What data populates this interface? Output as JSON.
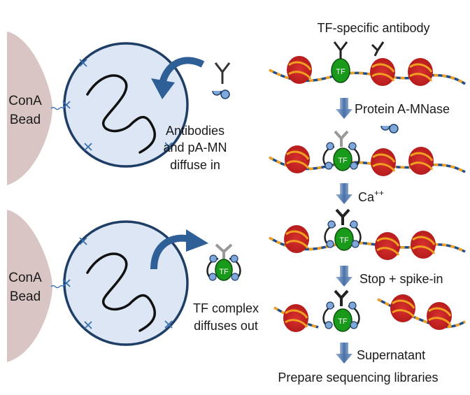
{
  "labels": {
    "bead_top_1": "ConA",
    "bead_top_2": "Bead",
    "bead_bottom_1": "ConA",
    "bead_bottom_2": "Bead",
    "diffuse_in_1": "Antibodies",
    "diffuse_in_2": "and pA-MN",
    "diffuse_in_3": "diffuse in",
    "diffuse_out_1": "TF complex",
    "diffuse_out_2": "diffuses out",
    "tf_antibody": "TF-specific antibody",
    "protein_a": "Protein A-MNase",
    "calcium": "Ca",
    "calcium_sup": "++",
    "stop": "Stop + spike-in",
    "supernatant": "Supernatant",
    "prepare": "Prepare sequencing libraries",
    "tf": "TF"
  },
  "colors": {
    "bead": "#d9c6c4",
    "cell_fill": "#dce6f4",
    "cell_stroke": "#1f3e66",
    "arrow": "#2f5f97",
    "nucleosome": "#cc2020",
    "dna_orange": "#f0a020",
    "dna_blue": "#1f4e8c",
    "tf_green": "#1a9a1a",
    "pa_blue": "#7fa7d9"
  }
}
